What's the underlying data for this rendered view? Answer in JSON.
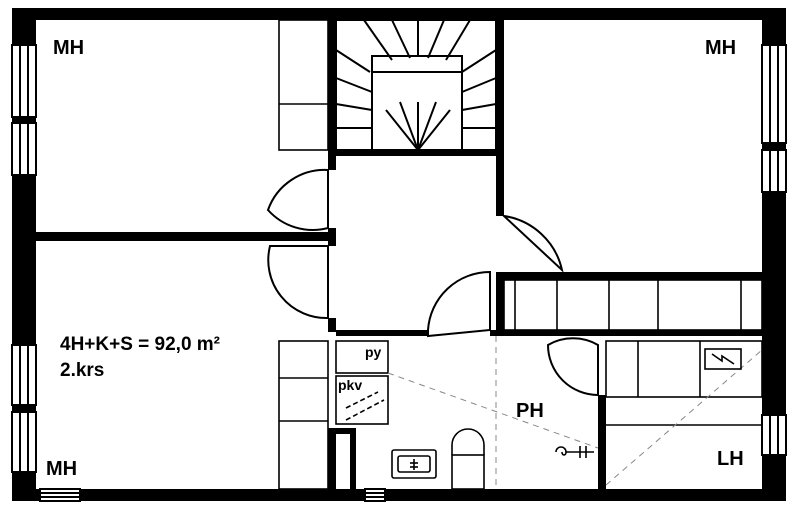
{
  "plan": {
    "area_line": "4H+K+S = 92,0 m²",
    "floor_line": "2.krs",
    "rooms": {
      "mh_top_left": "MH",
      "mh_top_right": "MH",
      "mh_bottom_left": "MH",
      "ph": "PH",
      "lh": "LH"
    },
    "fixtures": {
      "py": "py",
      "pkv": "pkv"
    }
  }
}
